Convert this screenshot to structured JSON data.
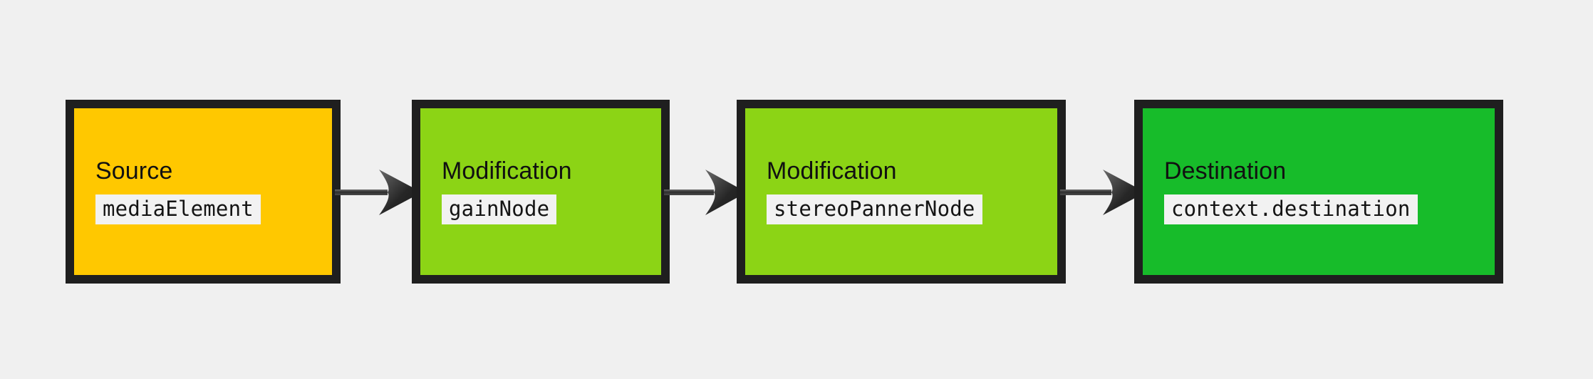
{
  "diagram": {
    "type": "flowchart",
    "orientation": "left-to-right",
    "background_color": "#f0f0f0",
    "border_color": "#1f1f1f",
    "chip_background": "#f2f2f2",
    "nodes": [
      {
        "id": "source",
        "title": "Source",
        "code": "mediaElement",
        "fill": "#ffc800"
      },
      {
        "id": "modification-gain",
        "title": "Modification",
        "code": "gainNode",
        "fill": "#8cd415"
      },
      {
        "id": "modification-panner",
        "title": "Modification",
        "code": "stereoPannerNode",
        "fill": "#8cd415"
      },
      {
        "id": "destination",
        "title": "Destination",
        "code": "context.destination",
        "fill": "#17bc2a"
      }
    ],
    "connectors": [
      {
        "id": "arrow-source-to-gain",
        "from": "source",
        "to": "modification-gain",
        "style": "solid-arrow",
        "color": "#3a3a3a"
      },
      {
        "id": "arrow-gain-to-panner",
        "from": "modification-gain",
        "to": "modification-panner",
        "style": "solid-arrow",
        "color": "#3a3a3a"
      },
      {
        "id": "arrow-panner-to-destination",
        "from": "modification-panner",
        "to": "destination",
        "style": "solid-arrow",
        "color": "#3a3a3a"
      }
    ]
  }
}
